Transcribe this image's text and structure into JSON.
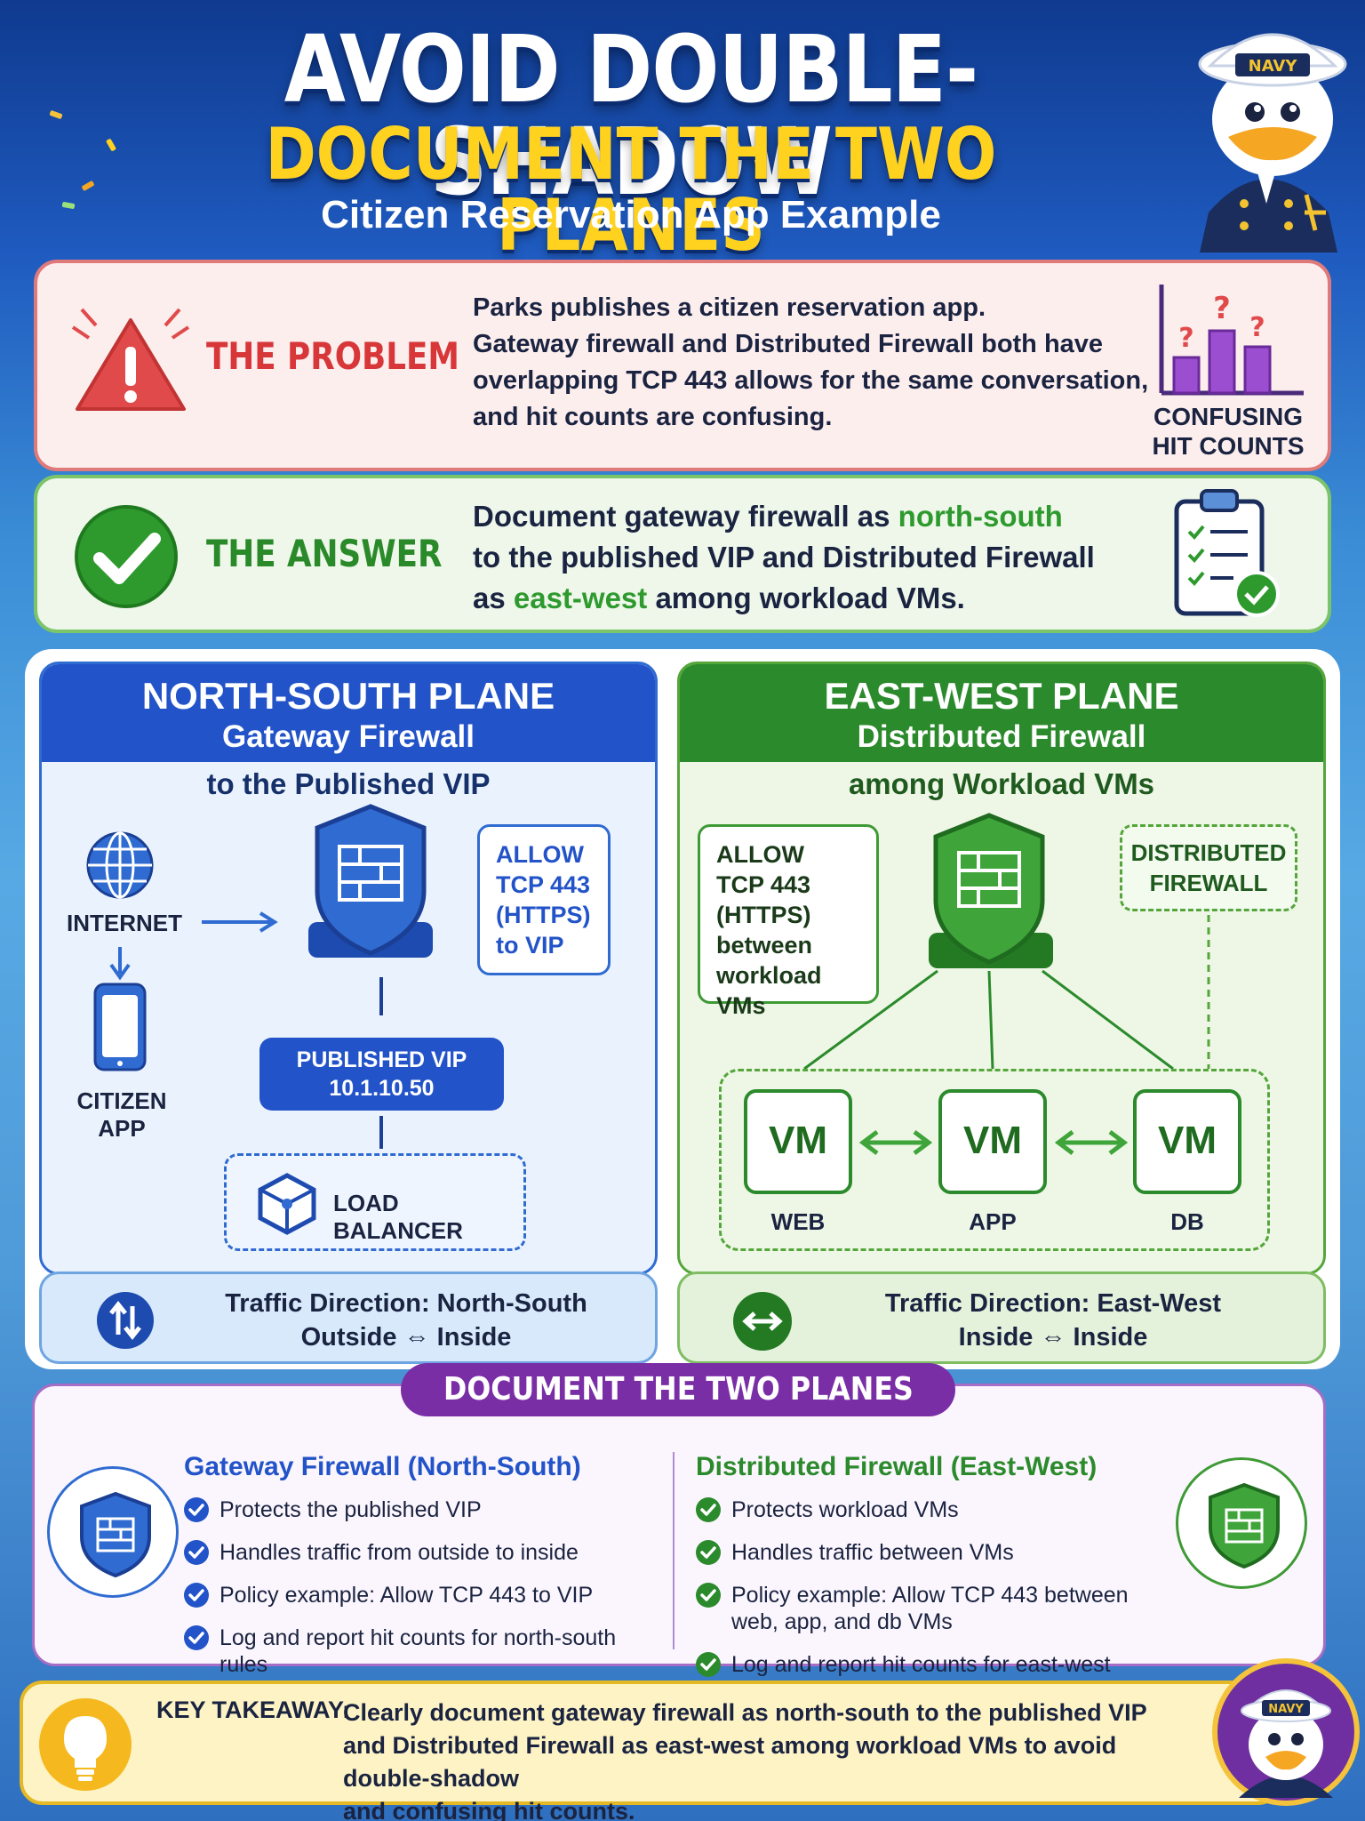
{
  "header": {
    "title_line1": "AVOID DOUBLE-SHADOW",
    "title_line2": "DOCUMENT THE TWO PLANES",
    "subtitle": "Citizen Reservation App Example",
    "mascot_hat_text": "NAVY"
  },
  "problem": {
    "label": "THE PROBLEM",
    "line1": "Parks publishes a citizen reservation app.",
    "line2": "Gateway firewall and Distributed Firewall both have",
    "line3": "overlapping TCP 443 allows for the same conversation,",
    "line4": "and hit counts are confusing.",
    "badge_label_1": "CONFUSING",
    "badge_label_2": "HIT COUNTS"
  },
  "answer": {
    "label": "THE ANSWER",
    "part1": "Document gateway firewall as ",
    "highlight1": "north-south",
    "part2": "to the published VIP and Distributed Firewall",
    "part3": "as ",
    "highlight2": "east-west",
    "part4": " among workload VMs."
  },
  "north_south": {
    "title": "NORTH-SOUTH PLANE",
    "subtitle": "Gateway Firewall",
    "subtitle2": "to the Published VIP",
    "internet_label": "INTERNET",
    "citizen_app_label": "CITIZEN APP",
    "allow_1": "ALLOW",
    "allow_2": "TCP 443",
    "allow_3": "(HTTPS)",
    "allow_4": "to VIP",
    "vip_label": "PUBLISHED VIP",
    "vip_ip": "10.1.10.50",
    "lb_label": "LOAD BALANCER",
    "traffic_line1": "Traffic Direction: North-South",
    "traffic_line2": "Outside ⇔ Inside"
  },
  "east_west": {
    "title": "EAST-WEST PLANE",
    "subtitle": "Distributed Firewall",
    "subtitle2": "among Workload VMs",
    "allow_1": "ALLOW",
    "allow_2": "TCP 443",
    "allow_3": "(HTTPS)",
    "allow_4": "between",
    "allow_5": "workload VMs",
    "dist_1": "DISTRIBUTED",
    "dist_2": "FIREWALL",
    "vm_text": "VM",
    "vm_web": "WEB",
    "vm_app": "APP",
    "vm_db": "DB",
    "traffic_line1": "Traffic Direction: East-West",
    "traffic_line2": "Inside ⇔ Inside"
  },
  "document": {
    "pill": "DOCUMENT THE TWO PLANES",
    "gw_title": "Gateway Firewall (North-South)",
    "gw_items": [
      "Protects the published VIP",
      "Handles traffic from outside to inside",
      "Policy example: Allow TCP 443 to VIP",
      "Log and report hit counts for north-south rules"
    ],
    "dfw_title": "Distributed Firewall (East-West)",
    "dfw_items": [
      "Protects workload VMs",
      "Handles traffic between VMs",
      "Policy example: Allow TCP 443 between web, app, and db VMs",
      "Log and report hit counts for east-west rules"
    ]
  },
  "takeaway": {
    "key": "KEY TAKEAWAY:",
    "line1": "Clearly document gateway firewall as north-south to the published VIP",
    "line2": "and Distributed Firewall as east-west among workload VMs to avoid double-shadow",
    "line3": "and confusing hit counts."
  },
  "colors": {
    "ns_blue": "#2253c8",
    "ew_green": "#2b8a2b",
    "problem_red": "#d8373a",
    "doc_purple": "#7a2ea6",
    "takeaway_yellow": "#fdf3c4"
  }
}
